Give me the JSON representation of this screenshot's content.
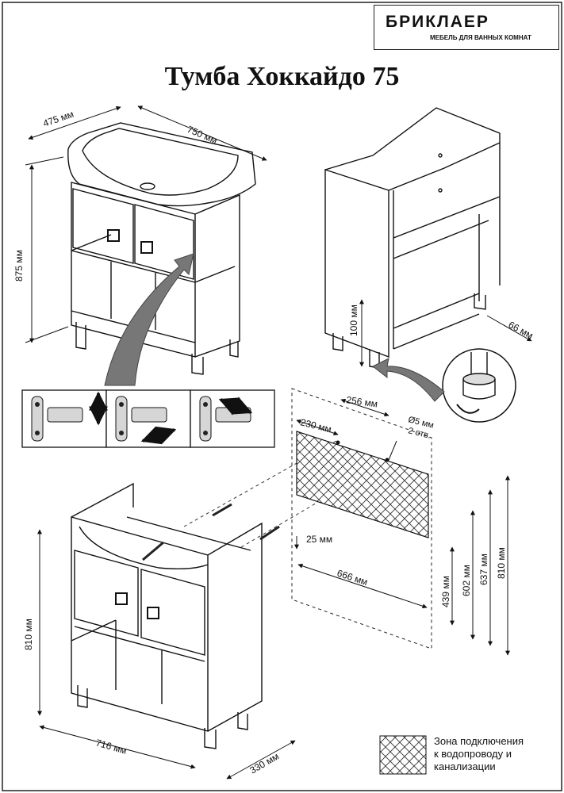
{
  "title": "Тумба Хоккайдо 75",
  "brand": {
    "name": "БРИКЛАЕР",
    "tagline": "МЕБЕЛЬ ДЛЯ ВАННЫХ КОМНАТ"
  },
  "dimensions": {
    "top_depth": "475 мм",
    "top_width": "750 мм",
    "total_height": "875 мм",
    "leg_height": "100 мм",
    "leg_offset": "66 мм",
    "hole_spacing": "256 мм",
    "hole_offset_left": "230 мм",
    "hole_diameter": "Ø5 мм",
    "hole_count": "2 отв.",
    "panel_bottom_offset": "25 мм",
    "panel_width": "666 мм",
    "panel_height_439": "439 мм",
    "panel_height_602": "602 мм",
    "panel_height_637": "637 мм",
    "panel_height_810": "810 мм",
    "body_height": "810 мм",
    "body_width": "716 мм",
    "body_depth": "330 мм"
  },
  "legend": {
    "line1": "Зона подключения",
    "line2": "к водопроводу и",
    "line3": "канализации"
  }
}
